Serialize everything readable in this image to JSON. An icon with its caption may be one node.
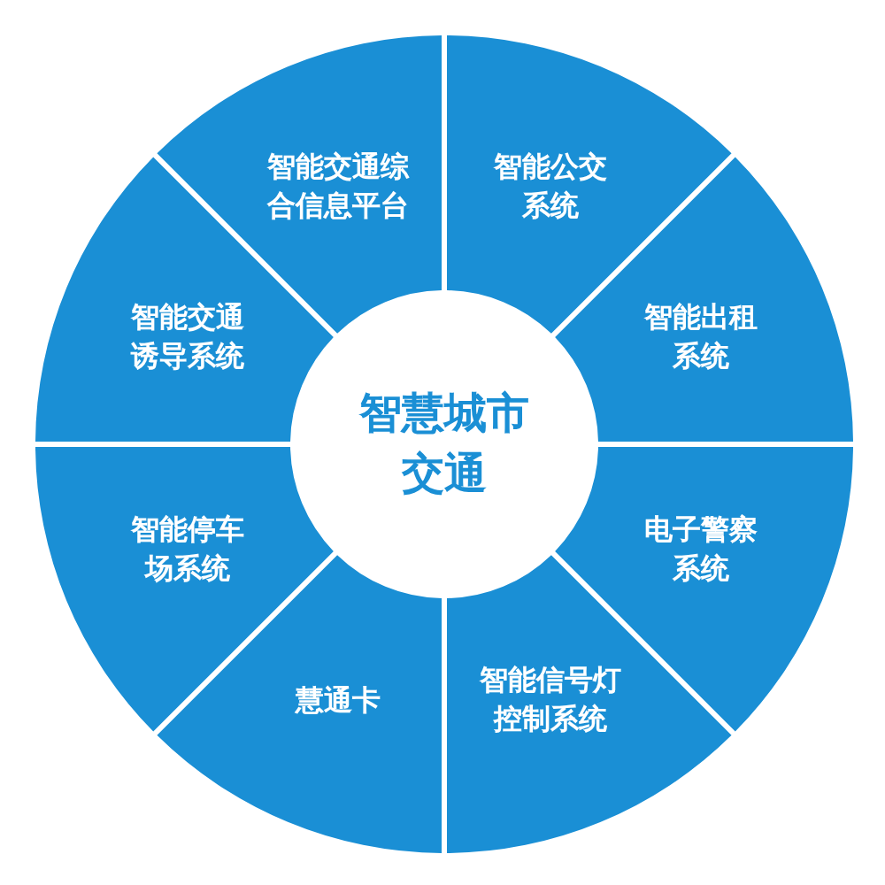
{
  "diagram": {
    "nodes": [
      {
        "text": [
          "智慧城市交通"
        ]
      },
      {
        "text": [
          "智能交通综合信息平台"
        ]
      },
      {
        "text": [
          "智能公交系统"
        ]
      },
      {
        "text": [
          "智能出租系统"
        ]
      },
      {
        "text": [
          "电子警察系统"
        ]
      },
      {
        "text": [
          "智能信号灯控制系统"
        ]
      },
      {
        "text": [
          "慧通卡"
        ]
      },
      {
        "text": [
          "智能停车场系统"
        ]
      },
      {
        "text": [
          "智能交通诱导系统"
        ]
      }
    ]
  }
}
